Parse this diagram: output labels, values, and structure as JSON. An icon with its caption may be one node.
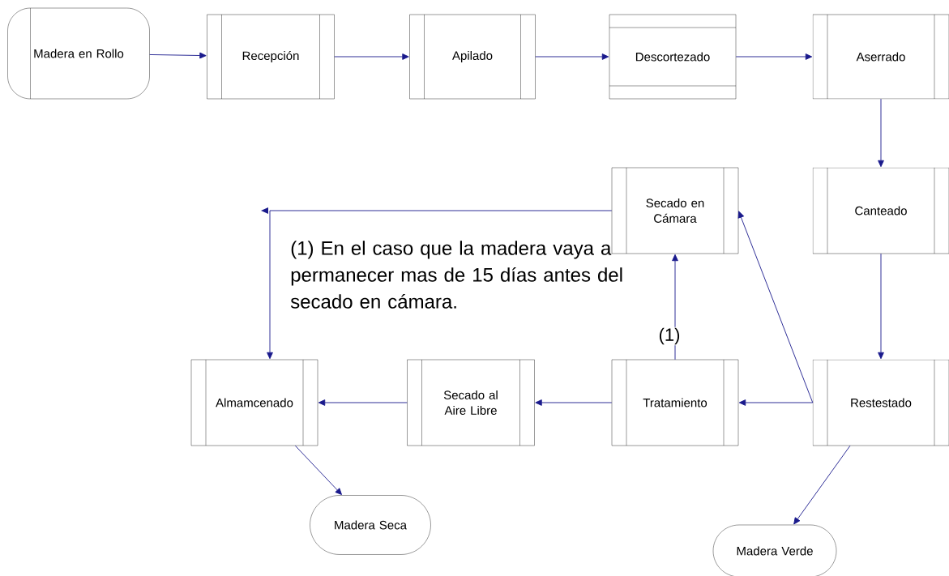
{
  "diagram": {
    "nodes": [
      {
        "text": [
          "Madera en Rollo"
        ]
      },
      {
        "text": [
          "Recepción"
        ]
      },
      {
        "text": [
          "Apilado"
        ]
      },
      {
        "text": [
          "Descortezado"
        ]
      },
      {
        "text": [
          "Aserrado"
        ]
      },
      {
        "text": [
          "Secado en Cámara"
        ]
      },
      {
        "text": [
          "Canteado"
        ]
      },
      {
        "text": [
          "Almamcenado"
        ]
      },
      {
        "text": [
          "Secado al Aire Libre"
        ]
      },
      {
        "text": [
          "Tratamiento"
        ]
      },
      {
        "text": [
          "Restestado"
        ]
      },
      {
        "text": [
          "Madera Seca"
        ]
      },
      {
        "text": [
          "Madera Verde"
        ]
      }
    ],
    "edges": [
      {
        "from": 0,
        "to": 1,
        "arrow": "to"
      },
      {
        "from": 1,
        "to": 2,
        "arrow": "to"
      },
      {
        "from": 2,
        "to": 3,
        "arrow": "to"
      },
      {
        "from": 3,
        "to": 4,
        "arrow": "to"
      },
      {
        "from": 4,
        "to": 6,
        "arrow": "to"
      },
      {
        "from": 6,
        "to": 10,
        "arrow": "to"
      },
      {
        "from": 10,
        "to": 9,
        "arrow": "to"
      },
      {
        "from": 10,
        "to": 5,
        "arrow": "to"
      },
      {
        "from": 9,
        "to": 5,
        "arrow": "to",
        "label": "(1)"
      },
      {
        "from": 9,
        "to": 8,
        "arrow": "to"
      },
      {
        "from": 8,
        "to": 7,
        "arrow": "to"
      },
      {
        "from": 5,
        "to": 7,
        "arrow": "to"
      },
      {
        "from": 7,
        "to": 11,
        "arrow": "to"
      },
      {
        "from": 10,
        "to": 12,
        "arrow": "to"
      }
    ],
    "labels": [
      "(1) En el caso que la madera vaya a permanecer mas de 15 días antes del secado en cámara."
    ]
  }
}
